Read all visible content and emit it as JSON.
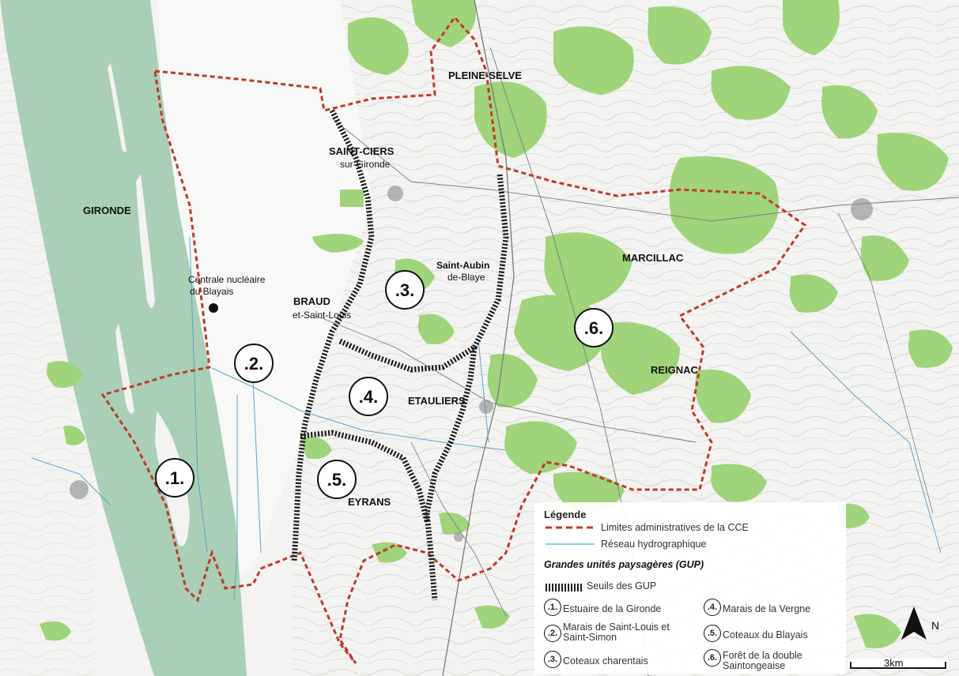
{
  "map": {
    "colors": {
      "estuary": "#a9cfb6",
      "forest": "#9fd47a",
      "admin_limit": "#c0392b",
      "hydro": "#5aa7c8",
      "gup_threshold": "#222222",
      "background": "#f3f3f1"
    },
    "places": {
      "gironde": "GIRONDE",
      "pleine_selve": "PLEINE-SELVE",
      "saint_ciers": "SAINT-CIERS",
      "saint_ciers_sub": "sur-Gironde",
      "saint_aubin": "Saint-Aubin",
      "saint_aubin_sub": "de-Blaye",
      "marcillac": "MARCILLAC",
      "braud": "BRAUD",
      "braud_sub": "et-Saint-Louis",
      "centrale_line1": "Centrale nucléaire",
      "centrale_line2": "du Blayais",
      "etauliers": "ETAULIERS",
      "reignac": "REIGNAC",
      "eyrans": "EYRANS"
    },
    "gup_labels": [
      ".1.",
      ".2.",
      ".3.",
      ".4.",
      ".5.",
      ".6."
    ]
  },
  "legend": {
    "title": "Légende",
    "admin_limit": "Limites administratives de la CCE",
    "hydro": "Réseau hydrographique",
    "gup_header": "Grandes unités paysagères (GUP)",
    "thresholds": "Seuils des GUP",
    "units": [
      {
        "num": ".1.",
        "name": "Estuaire de la Gironde"
      },
      {
        "num": ".2.",
        "name": "Marais de Saint-Louis et Saint-Simon"
      },
      {
        "num": ".3.",
        "name": "Coteaux charentais"
      },
      {
        "num": ".4.",
        "name": "Marais de la Vergne"
      },
      {
        "num": ".5.",
        "name": "Coteaux du Blayais"
      },
      {
        "num": ".6.",
        "name": "Forêt de la double Saintongeaise"
      }
    ]
  },
  "north_label": "N",
  "scale_label": "3km"
}
